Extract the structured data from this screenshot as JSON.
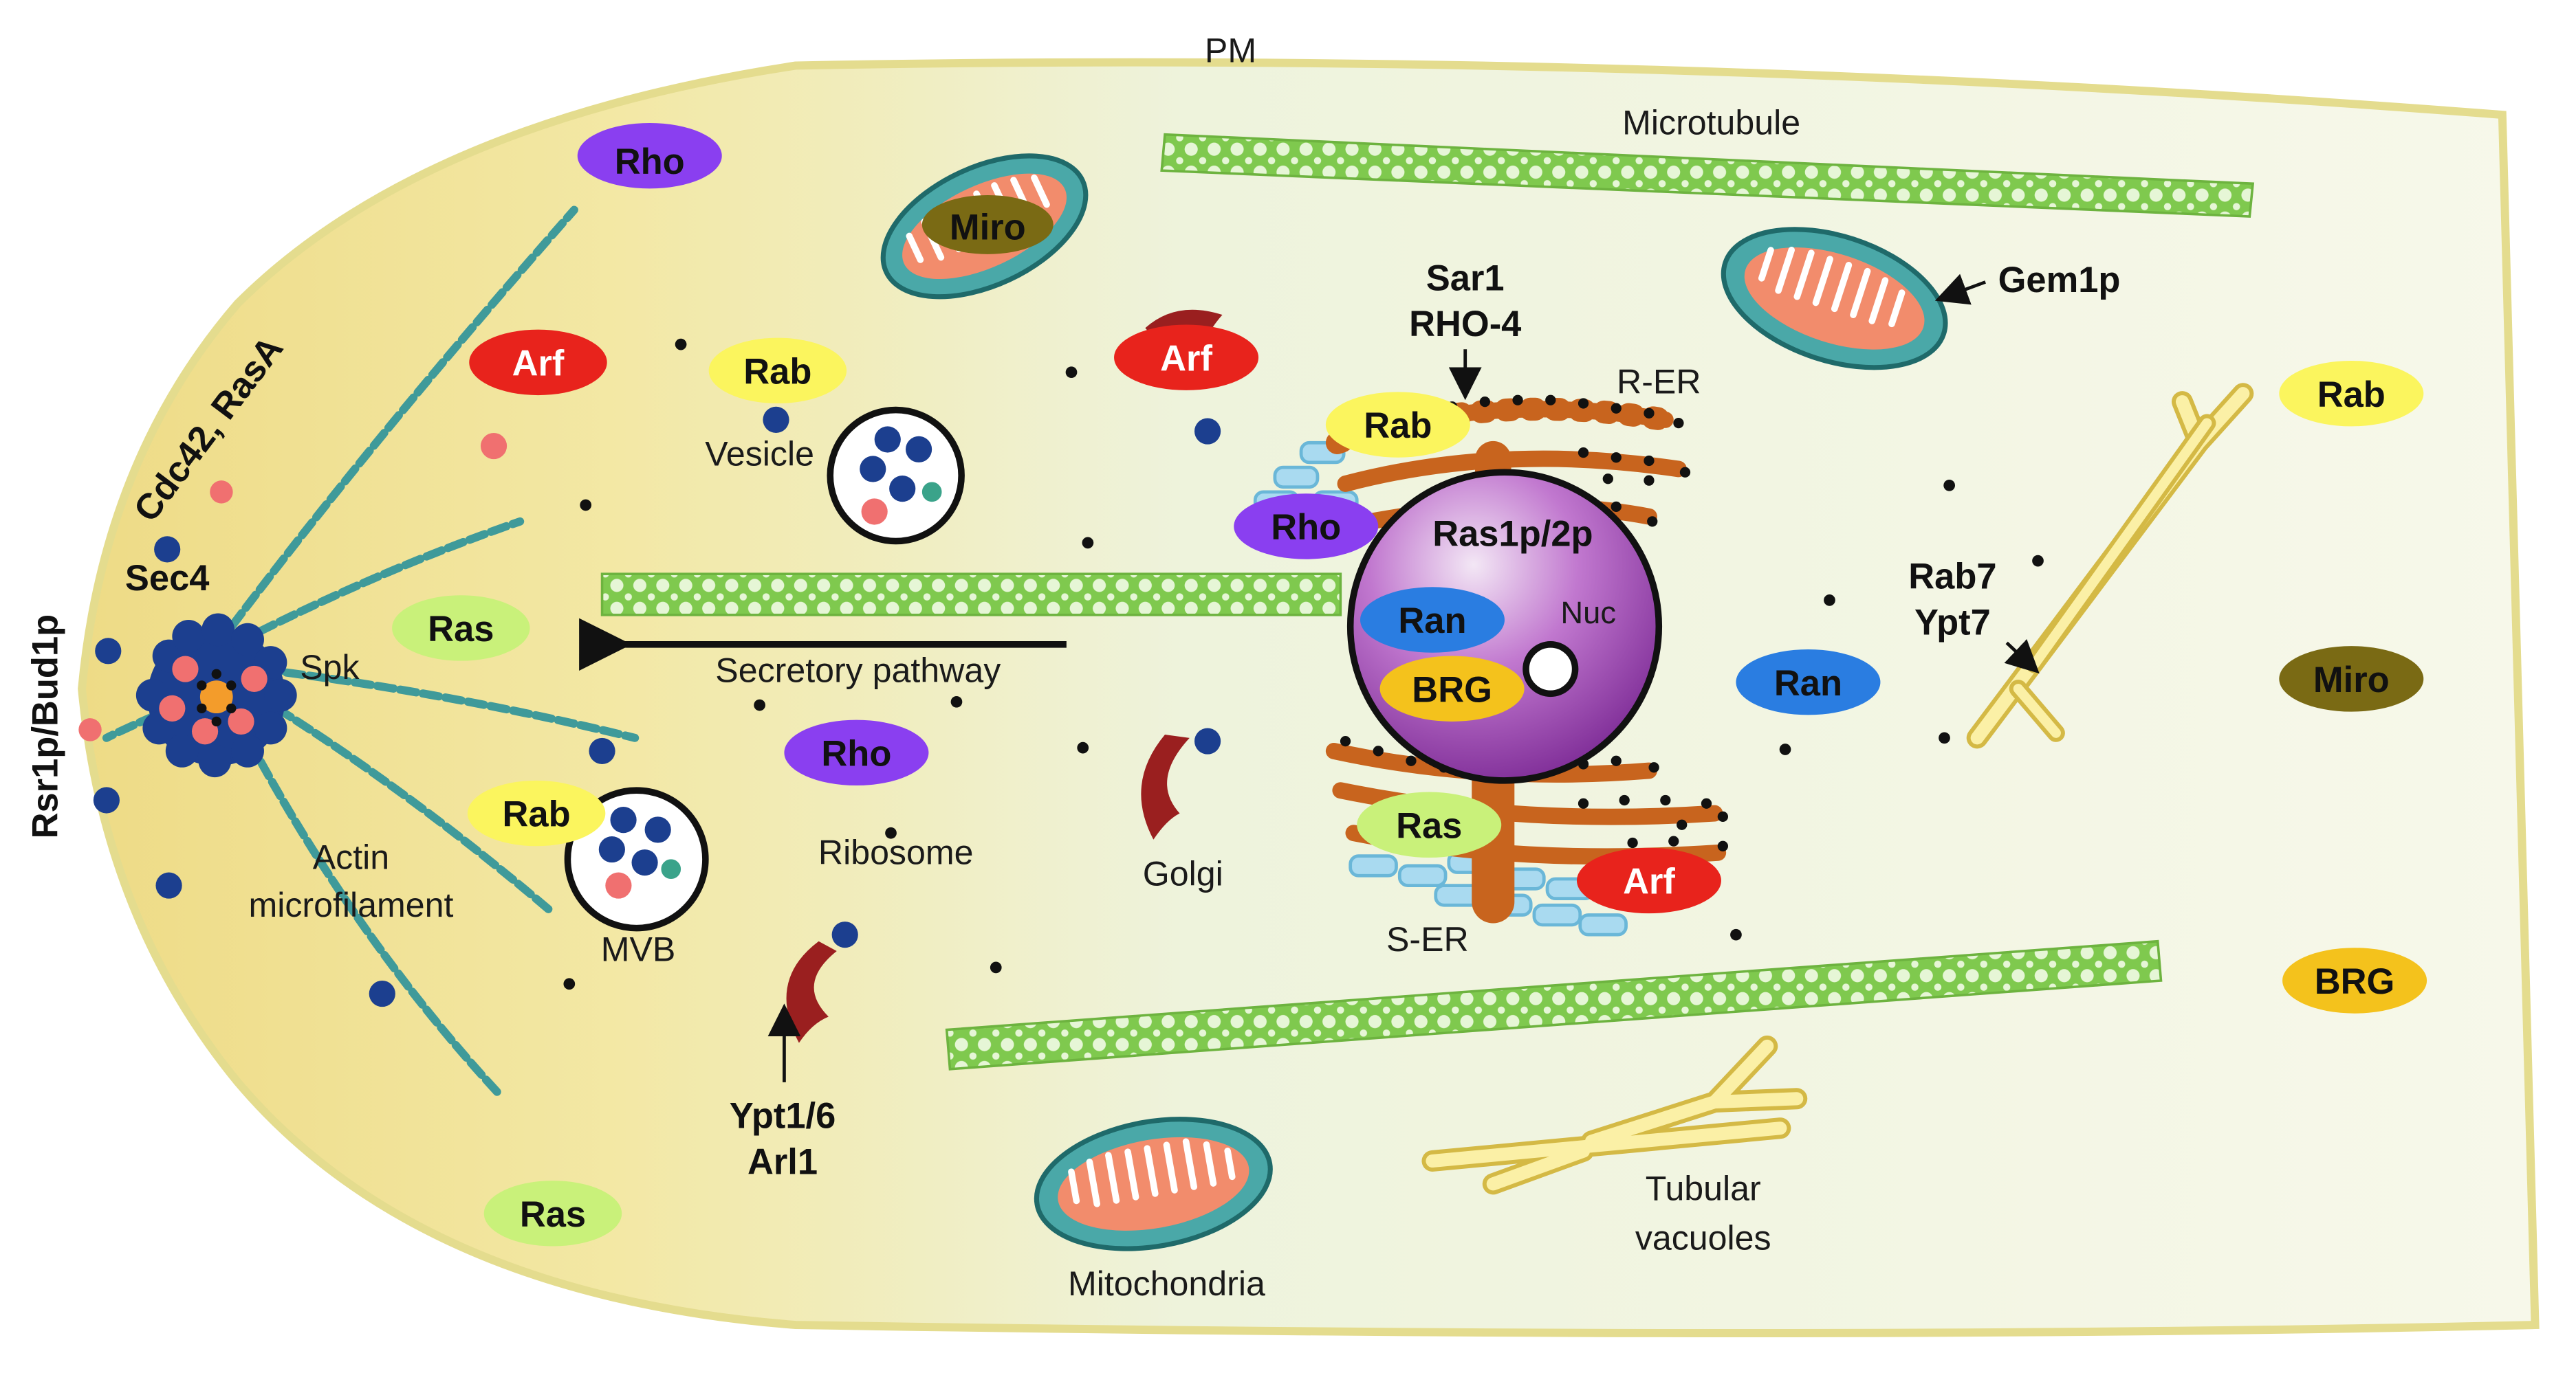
{
  "labels": {
    "pm": "PM",
    "microtubule": "Microtubule",
    "vesicle": "Vesicle",
    "spk": "Spk",
    "secretory": "Secretory pathway",
    "ribosome": "Ribosome",
    "golgi": "Golgi",
    "mvb": "MVB",
    "actin1": "Actin",
    "actin2": "microfilament",
    "rer": "R-ER",
    "ser": "S-ER",
    "nuc": "Nuc",
    "mito": "Mitochondria",
    "tub1": "Tubular",
    "tub2": "vacuoles"
  },
  "bold_labels": {
    "sar1": "Sar1",
    "rho4": "RHO-4",
    "gem1p": "Gem1p",
    "rab7": "Rab7",
    "ypt7": "Ypt7",
    "ypt16": "Ypt1/6",
    "arl1": "Arl1",
    "sec4": "Sec4",
    "cdc42": "Cdc42, RasA",
    "rsr1": "Rsr1p/Bud1p",
    "ras12": "Ras1p/2p"
  },
  "gtpases": {
    "rho": "Rho",
    "arf": "Arf",
    "rab": "Rab",
    "ras": "Ras",
    "ran": "Ran",
    "miro": "Miro",
    "brg": "BRG"
  },
  "colors": {
    "rho": "#8a3ff0",
    "arf": "#e8231c",
    "rab": "#fbf55e",
    "ras": "#c9f17a",
    "ran": "#2a7de1",
    "miro": "#7a6a14",
    "brg": "#f4c21c",
    "microtubule": "#8fd35f",
    "golgi": "#9a1f1f",
    "er": "#c8641e",
    "mitochondria": "#4aa8a8",
    "vacuole": "#f6e27a",
    "nucleus": "#9b3fb3"
  }
}
